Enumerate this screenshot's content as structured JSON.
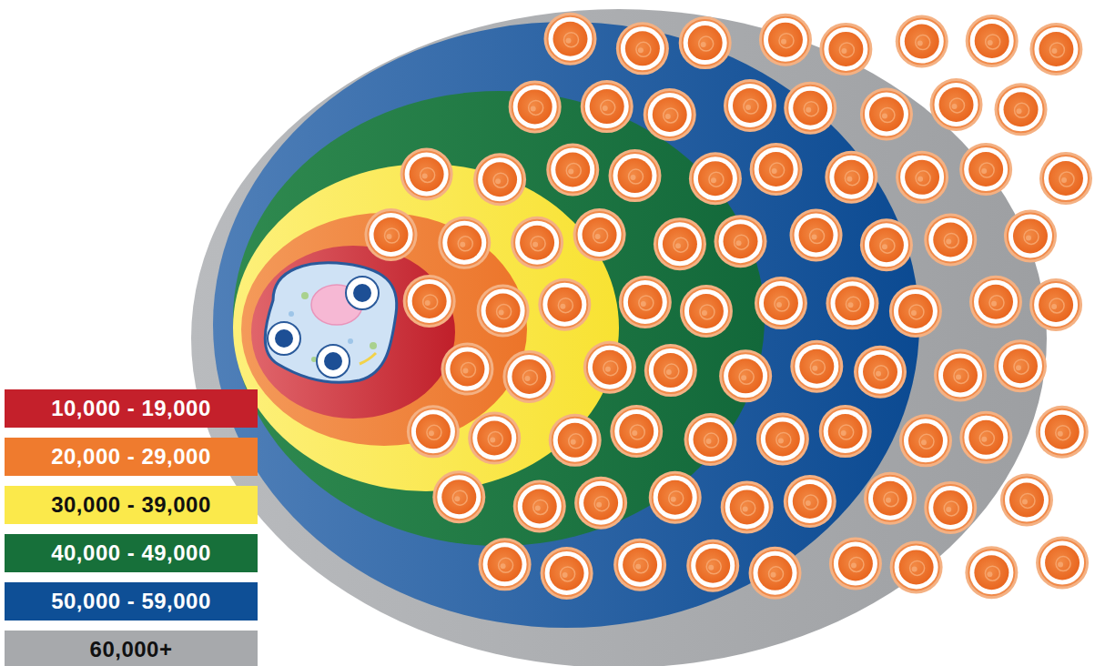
{
  "diagram": {
    "legend": [
      {
        "text": "10,000 - 19,000",
        "color": "#c4202b"
      },
      {
        "text": "20,000 - 29,000",
        "color": "#ef7b2e"
      },
      {
        "text": "30,000 - 39,000",
        "color": "#fbe94b"
      },
      {
        "text": "40,000 - 49,000",
        "color": "#17703a"
      },
      {
        "text": "50,000 - 59,000",
        "color": "#0e4f96"
      },
      {
        "text": "60,000+",
        "color": "#a7a9ac"
      }
    ]
  }
}
